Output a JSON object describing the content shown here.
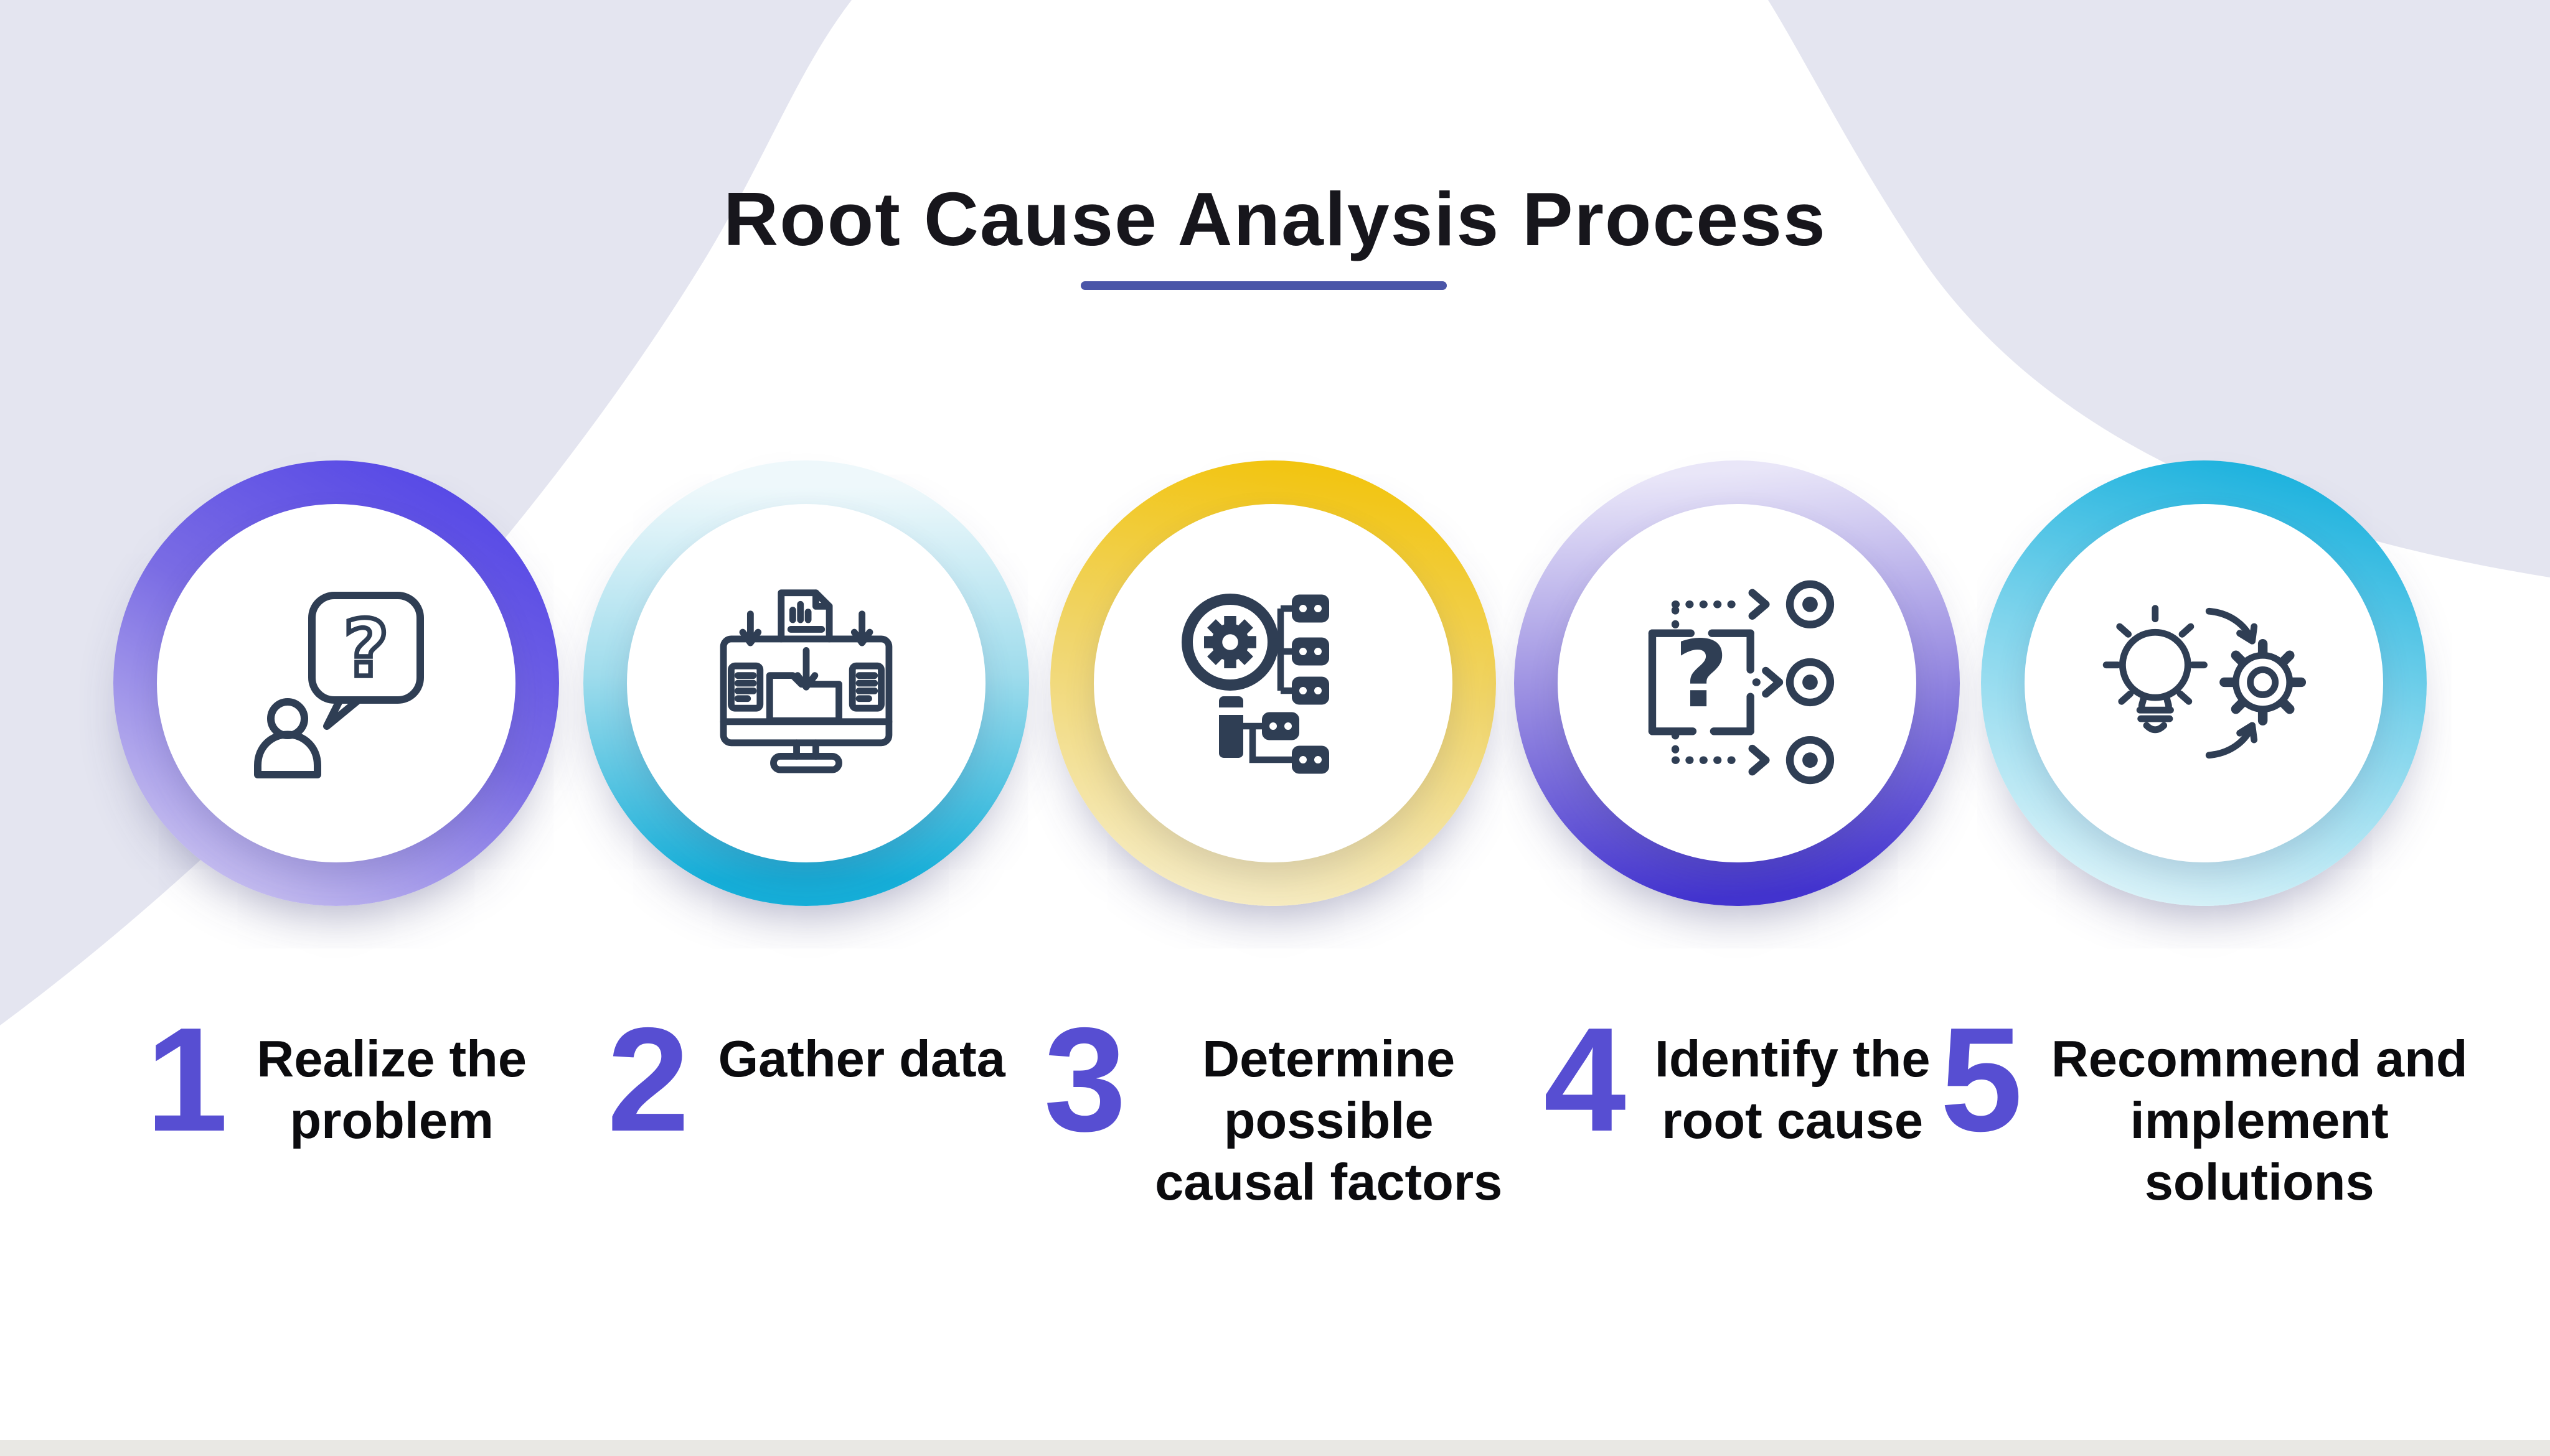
{
  "title": {
    "text": "Root Cause Analysis Process"
  },
  "colors": {
    "title_text": "#17161c",
    "underline": "#4a55a8",
    "step_number": "#574ed2",
    "step_text": "#0b0b0e",
    "icon_stroke": "#2f3e54",
    "background": "#e4e5f0",
    "surface": "#ffffff",
    "bottom_bar": "#e9e8e4"
  },
  "steps": [
    {
      "number": "1",
      "label": "Realize the problem",
      "lines": [
        "Realize the",
        "problem"
      ],
      "icon": "person-question-icon",
      "ring": {
        "angle": 210,
        "from": "#5143e6",
        "mid": "#7a6ce4",
        "to": "#cfc8f0"
      }
    },
    {
      "number": "2",
      "label": "Gather data",
      "lines": [
        "Gather data"
      ],
      "icon": "gather-data-monitor-icon",
      "ring": {
        "angle": 180,
        "from": "#eef8fb",
        "mid": "#9fdcec",
        "to": "#16aed8"
      }
    },
    {
      "number": "3",
      "label": "Determine possible causal factors",
      "lines": [
        "Determine",
        "possible",
        "causal factors"
      ],
      "icon": "magnifier-gear-network-icon",
      "ring": {
        "angle": 190,
        "from": "#f2c40e",
        "mid": "#f0d56b",
        "to": "#f6ecc4"
      }
    },
    {
      "number": "4",
      "label": "Identify the root cause",
      "lines": [
        "Identify the",
        "root cause"
      ],
      "icon": "question-to-targets-icon",
      "ring": {
        "angle": 175,
        "from": "#e9e6f8",
        "mid": "#9c90e2",
        "to": "#4334cf"
      }
    },
    {
      "number": "5",
      "label": "Recommend and implement solutions",
      "lines": [
        "Recommend and",
        "implement",
        "solutions"
      ],
      "icon": "idea-to-gear-icon",
      "ring": {
        "angle": 195,
        "from": "#17b0dd",
        "mid": "#7fd4ec",
        "to": "#def4f9"
      }
    }
  ]
}
